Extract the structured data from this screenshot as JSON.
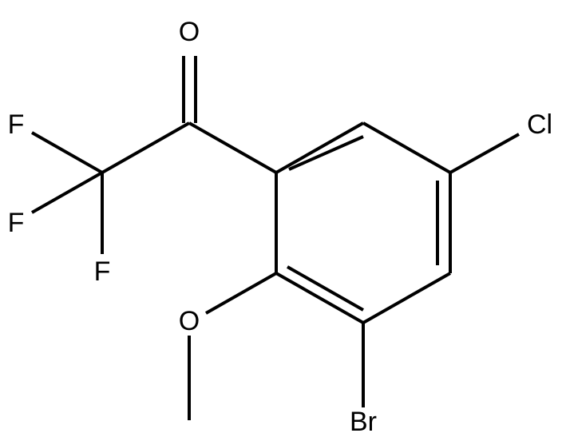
{
  "structure": {
    "atoms": {
      "oxygen_carbonyl": "O",
      "fluorine_top": "F",
      "fluorine_middle": "F",
      "fluorine_bottom": "F",
      "chlorine": "Cl",
      "oxygen_methoxy": "O",
      "bromine": "Br"
    }
  },
  "colors": {
    "bond": "#000000",
    "label": "#000000",
    "background": "#ffffff"
  }
}
